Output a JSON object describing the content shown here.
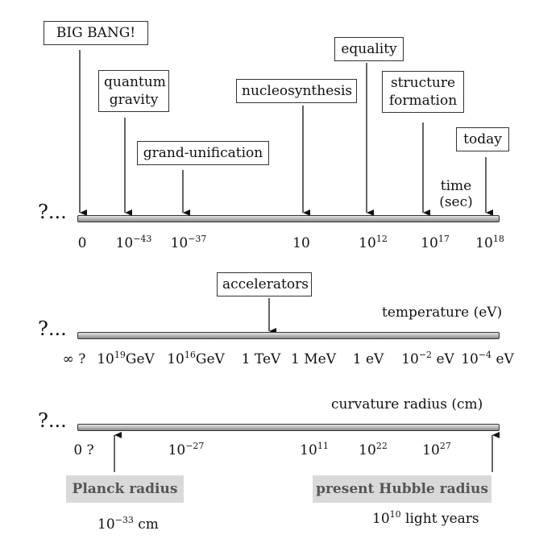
{
  "unknown_marker": "?...",
  "time_axis": {
    "label_line1": "time",
    "label_line2": "(sec)",
    "events": [
      {
        "id": "bigbang",
        "label": "BIG BANG!"
      },
      {
        "id": "qg",
        "label_line1": "quantum",
        "label_line2": "gravity"
      },
      {
        "id": "gu",
        "label": "grand-unification"
      },
      {
        "id": "ns",
        "label": "nucleosynthesis"
      },
      {
        "id": "eq",
        "label": "equality"
      },
      {
        "id": "sf",
        "label_line1": "structure",
        "label_line2": "formation"
      },
      {
        "id": "today",
        "label": "today"
      }
    ],
    "ticks": [
      {
        "base": "0",
        "exp": ""
      },
      {
        "base": "10",
        "exp": "−43"
      },
      {
        "base": "10",
        "exp": "−37"
      },
      {
        "base": "10",
        "exp": ""
      },
      {
        "base": "10",
        "exp": "12"
      },
      {
        "base": "10",
        "exp": "17"
      },
      {
        "base": "10",
        "exp": "18"
      }
    ]
  },
  "temperature_axis": {
    "label": "temperature (eV)",
    "event": "accelerators",
    "ticks": [
      {
        "pre": "∞ ?",
        "base": "",
        "exp": "",
        "post": ""
      },
      {
        "pre": "",
        "base": "10",
        "exp": "19",
        "post": "GeV"
      },
      {
        "pre": "",
        "base": "10",
        "exp": "16",
        "post": "GeV"
      },
      {
        "pre": "",
        "base": "1 TeV",
        "exp": "",
        "post": ""
      },
      {
        "pre": "",
        "base": "1 MeV",
        "exp": "",
        "post": ""
      },
      {
        "pre": "",
        "base": "1 eV",
        "exp": "",
        "post": ""
      },
      {
        "pre": "",
        "base": "10",
        "exp": "−2",
        "post": " eV"
      },
      {
        "pre": "",
        "base": "10",
        "exp": "−4",
        "post": " eV"
      }
    ]
  },
  "curvature_axis": {
    "label": "curvature radius (cm)",
    "ticks": [
      {
        "base": "0 ?",
        "exp": ""
      },
      {
        "base": "10",
        "exp": "−27"
      },
      {
        "base": "10",
        "exp": "11"
      },
      {
        "base": "10",
        "exp": "22"
      },
      {
        "base": "10",
        "exp": "27"
      }
    ],
    "planck": {
      "label": "Planck radius",
      "value_base": "10",
      "value_exp": "−33",
      "value_unit": " cm"
    },
    "hubble": {
      "label": "present Hubble radius",
      "value_base": "10",
      "value_exp": "10",
      "value_unit": " light years"
    }
  }
}
